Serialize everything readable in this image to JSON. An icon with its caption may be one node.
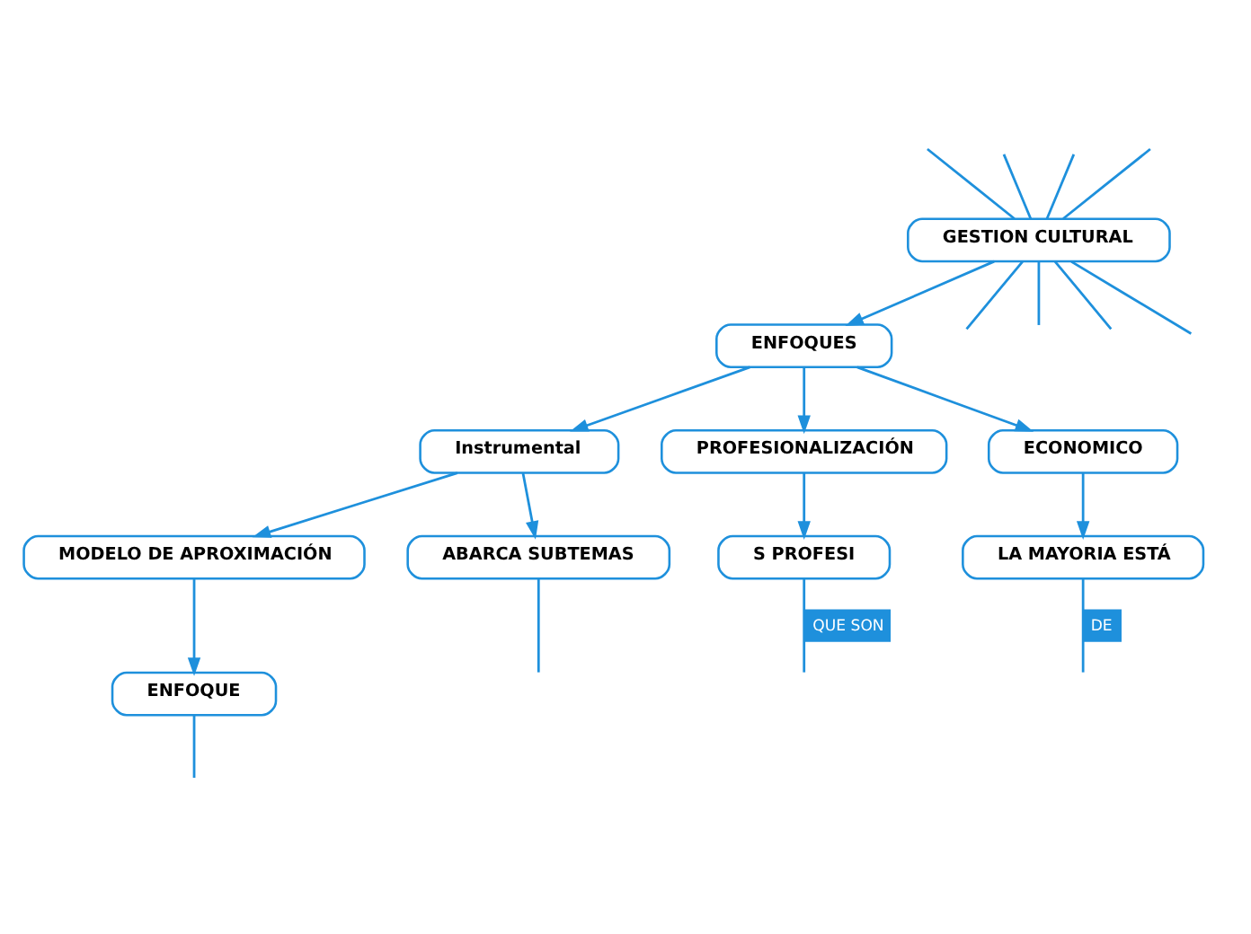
{
  "diagram": {
    "nodes": [
      {
        "text": [
          "GESTION CULTURAL"
        ]
      },
      {
        "text": [
          "ENFOQUES"
        ]
      },
      {
        "text": [
          "Instrumental"
        ]
      },
      {
        "text": [
          "PROFESIONALIZACIÓN"
        ]
      },
      {
        "text": [
          "MODELO DE APROXIMACIÓN"
        ]
      },
      {
        "text": [
          "ABARCA SUBTEMAS"
        ]
      },
      {
        "text": [
          "ECONOMICO"
        ]
      },
      {
        "text": [
          "ENFOQUE"
        ]
      },
      {
        "text": [
          "LA MAYORIA ESTÁ"
        ]
      },
      {
        "text": [
          "S PROFESI"
        ]
      }
    ],
    "edges": [
      {
        "from": 0,
        "to": null,
        "arrow": "none"
      },
      {
        "from": 0,
        "to": null,
        "arrow": "none"
      },
      {
        "from": 0,
        "to": null,
        "arrow": "none"
      },
      {
        "from": 0,
        "to": null,
        "arrow": "none"
      },
      {
        "from": 0,
        "to": null,
        "arrow": "none"
      },
      {
        "from": 0,
        "to": null,
        "arrow": "none"
      },
      {
        "from": 0,
        "to": null,
        "arrow": "none"
      },
      {
        "from": 0,
        "to": null,
        "arrow": "none"
      },
      {
        "from": 0,
        "to": 1,
        "arrow": "to"
      },
      {
        "from": 1,
        "to": 2,
        "arrow": "to"
      },
      {
        "from": 1,
        "to": 6,
        "arrow": "to"
      },
      {
        "from": 1,
        "to": 3,
        "arrow": "to"
      },
      {
        "from": 2,
        "to": 4,
        "arrow": "to"
      },
      {
        "from": 2,
        "to": 5,
        "arrow": "to"
      },
      {
        "from": 4,
        "to": 7,
        "arrow": "to"
      },
      {
        "from": 6,
        "to": 8,
        "arrow": "to"
      },
      {
        "from": 3,
        "to": 9,
        "arrow": "to"
      },
      {
        "from": 7,
        "to": null,
        "arrow": "none"
      },
      {
        "from": 5,
        "to": null,
        "arrow": "none"
      },
      {
        "from": 8,
        "to": null,
        "arrow": "none",
        "label": "DE"
      },
      {
        "from": 9,
        "to": null,
        "arrow": "none",
        "label": "QUE SON"
      }
    ]
  }
}
